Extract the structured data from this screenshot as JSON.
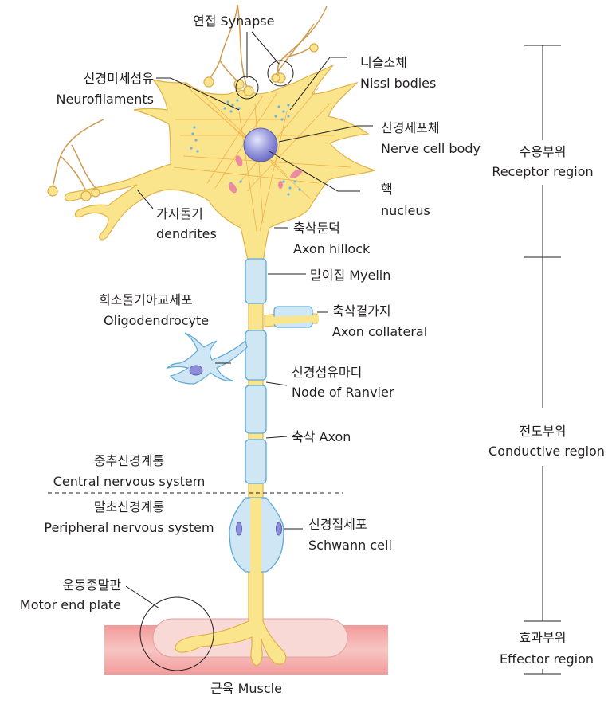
{
  "labels": {
    "synapse": "연접 Synapse",
    "neurofilaments_ko": "신경미세섬유",
    "neurofilaments_en": "Neurofilaments",
    "nissl_ko": "니슬소체",
    "nissl_en": "Nissl bodies",
    "cell_body_ko": "신경세포체",
    "cell_body_en": "Nerve cell body",
    "nucleus_ko": "핵",
    "nucleus_en": "nucleus",
    "dendrites_ko": "가지돌기",
    "dendrites_en": "dendrites",
    "hillock_ko": "축삭둔덕",
    "hillock_en": "Axon hillock",
    "myelin": "말이집 Myelin",
    "oligo_ko": "희소돌기아교세포",
    "oligo_en": "Oligodendrocyte",
    "collateral_ko": "축삭곁가지",
    "collateral_en": "Axon collateral",
    "ranvier_ko": "신경섬유마디",
    "ranvier_en": "Node of Ranvier",
    "axon": "축삭 Axon",
    "cns_ko": "중추신경계통",
    "cns_en": "Central nervous system",
    "pns_ko": "말초신경계통",
    "pns_en": "Peripheral nervous system",
    "schwann_ko": "신경집세포",
    "schwann_en": "Schwann cell",
    "motor_ko": "운동종말판",
    "motor_en": "Motor end plate",
    "muscle": "근육 Muscle"
  },
  "regions": {
    "receptor_ko": "수용부위",
    "receptor_en": "Receptor region",
    "conductive_ko": "전도부위",
    "conductive_en": "Conductive region",
    "effector_ko": "효과부위",
    "effector_en": "Effector region"
  },
  "colors": {
    "neuron_fill": "#fbe58c",
    "neuron_stroke": "#e0b24a",
    "myelin_fill": "#cfe6f5",
    "myelin_stroke": "#5ea9d6",
    "muscle_fill": "#f3b8b6",
    "nucleus_fill": "#8c8ed8",
    "nissl": "#6fb4dd",
    "fibril": "#f0a23a",
    "synapse_fiber": "#cf9a52"
  }
}
